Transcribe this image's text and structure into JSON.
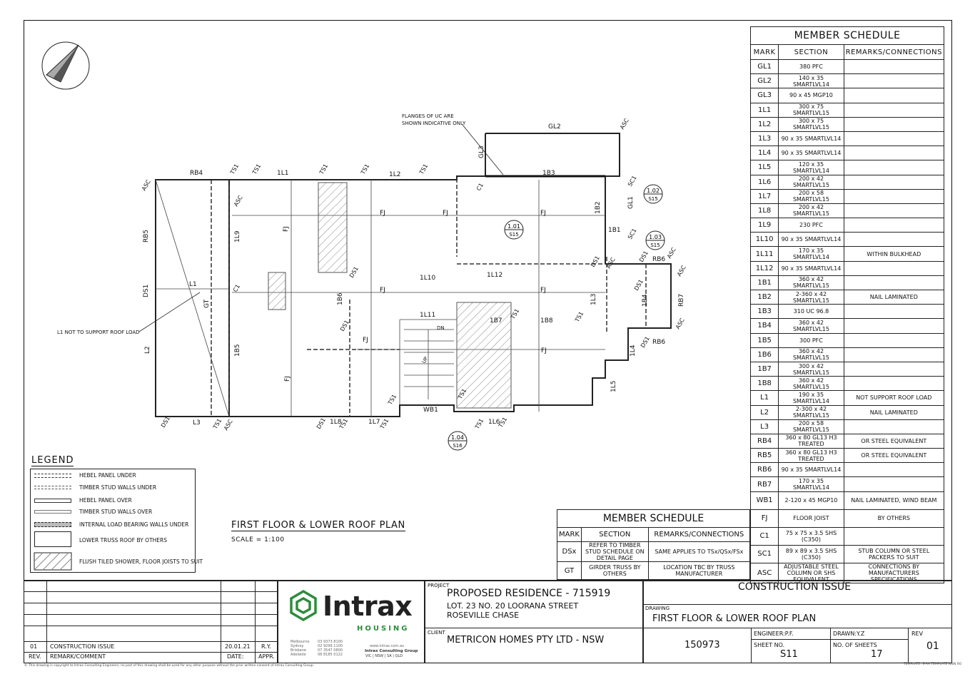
{
  "member_schedule": {
    "title": "MEMBER SCHEDULE",
    "headers": [
      "MARK",
      "SECTION",
      "REMARKS/CONNECTIONS"
    ],
    "rows": [
      {
        "mark": "GL1",
        "section": "380 PFC",
        "remarks": ""
      },
      {
        "mark": "GL2",
        "section": "140 x 35 SMARTLVL14",
        "remarks": ""
      },
      {
        "mark": "GL3",
        "section": "90 x 45 MGP10",
        "remarks": ""
      },
      {
        "mark": "1L1",
        "section": "300 x 75 SMARTLVL15",
        "remarks": ""
      },
      {
        "mark": "1L2",
        "section": "300 x 75 SMARTLVL15",
        "remarks": ""
      },
      {
        "mark": "1L3",
        "section": "90 x 35 SMARTLVL14",
        "remarks": ""
      },
      {
        "mark": "1L4",
        "section": "90 x 35 SMARTLVL14",
        "remarks": ""
      },
      {
        "mark": "1L5",
        "section": "120 x 35 SMARTLVL14",
        "remarks": ""
      },
      {
        "mark": "1L6",
        "section": "200 x 42 SMARTLVL15",
        "remarks": ""
      },
      {
        "mark": "1L7",
        "section": "200 x 58 SMARTLVL15",
        "remarks": ""
      },
      {
        "mark": "1L8",
        "section": "200 x 42 SMARTLVL15",
        "remarks": ""
      },
      {
        "mark": "1L9",
        "section": "230 PFC",
        "remarks": ""
      },
      {
        "mark": "1L10",
        "section": "90 x 35 SMARTLVL14",
        "remarks": ""
      },
      {
        "mark": "1L11",
        "section": "170 x 35 SMARTLVL14",
        "remarks": "WITHIN BULKHEAD"
      },
      {
        "mark": "1L12",
        "section": "90 x 35 SMARTLVL14",
        "remarks": ""
      },
      {
        "mark": "1B1",
        "section": "360 x 42 SMARTLVL15",
        "remarks": ""
      },
      {
        "mark": "1B2",
        "section": "2-360 x 42 SMARTLVL15",
        "remarks": "NAIL LAMINATED"
      },
      {
        "mark": "1B3",
        "section": "310 UC 96.8",
        "remarks": ""
      },
      {
        "mark": "1B4",
        "section": "360 x 42 SMARTLVL15",
        "remarks": ""
      },
      {
        "mark": "1B5",
        "section": "300 PFC",
        "remarks": ""
      },
      {
        "mark": "1B6",
        "section": "360 x 42 SMARTLVL15",
        "remarks": ""
      },
      {
        "mark": "1B7",
        "section": "300 x 42 SMARTLVL15",
        "remarks": ""
      },
      {
        "mark": "1B8",
        "section": "360 x 42 SMARTLVL15",
        "remarks": ""
      },
      {
        "mark": "L1",
        "section": "190 x 35 SMARTLVL14",
        "remarks": "NOT SUPPORT ROOF LOAD"
      },
      {
        "mark": "L2",
        "section": "2-300 x 42 SMARTLVL15",
        "remarks": "NAIL LAMINATED"
      },
      {
        "mark": "L3",
        "section": "200 x 58 SMARTLVL15",
        "remarks": ""
      },
      {
        "mark": "RB4",
        "section": "360 x 80 GL13 H3 TREATED",
        "remarks": "OR STEEL EQUIVALENT"
      },
      {
        "mark": "RB5",
        "section": "360 x 80 GL13 H3 TREATED",
        "remarks": "OR STEEL EQUIVALENT"
      },
      {
        "mark": "RB6",
        "section": "90 x 35 SMARTLVL14",
        "remarks": ""
      },
      {
        "mark": "RB7",
        "section": "170 x 35 SMARTLVL14",
        "remarks": ""
      },
      {
        "mark": "WB1",
        "section": "2-120 x 45 MGP10",
        "remarks": "NAIL LAMINATED, WIND BEAM"
      },
      {
        "mark": "FJ",
        "section": "FLOOR JOIST",
        "remarks": "BY OTHERS"
      },
      {
        "mark": "C1",
        "section": "75 x 75 x 3.5 SHS (C350)",
        "remarks": ""
      },
      {
        "mark": "SC1",
        "section": "89 x 89 x 3.5 SHS (C350)",
        "remarks": "STUB COLUMN OR STEEL PACKERS TO SUIT"
      },
      {
        "mark": "ASC",
        "section": "ADJUSTABLE STEEL COLUMN OR SHS EQUIVALENT",
        "remarks": "CONNECTIONS BY MANUFACTURERS SPECIFICATIONS"
      }
    ]
  },
  "member_schedule_2": {
    "title": "MEMBER SCHEDULE",
    "headers": [
      "MARK",
      "SECTION",
      "REMARKS/CONNECTIONS"
    ],
    "rows": [
      {
        "mark": "DSx",
        "section": "REFER TO TIMBER STUD SCHEDULE ON DETAIL PAGE",
        "remarks": "SAME APPLIES TO TSx/QSx/FSx"
      },
      {
        "mark": "GT",
        "section": "GIRDER TRUSS BY OTHERS",
        "remarks": "LOCATION TBC BY TRUSS MANUFACTURER"
      }
    ]
  },
  "legend": {
    "title": "LEGEND",
    "items": [
      "HEBEL PANEL UNDER",
      "TIMBER STUD WALLS UNDER",
      "HEBEL PANEL OVER",
      "TIMBER STUD WALLS OVER",
      "INTERNAL LOAD BEARING WALLS UNDER",
      "LOWER TRUSS ROOF BY OTHERS",
      "FLUSH TILED SHOWER, FLOOR JOISTS TO SUIT"
    ]
  },
  "plan": {
    "title": "FIRST FLOOR & LOWER ROOF PLAN",
    "scale": "SCALE = 1:100",
    "note_flanges": "FLANGES OF UC ARE SHOWN INDICATIVE ONLY",
    "note_l1": "L1 NOT TO SUPPORT ROOF LOAD",
    "stair_dn": "DN",
    "stair_up": "UP",
    "sections": [
      {
        "num": "1.01",
        "sheet": "S15"
      },
      {
        "num": "1.02",
        "sheet": "S15"
      },
      {
        "num": "1.03",
        "sheet": "S15"
      },
      {
        "num": "1.04",
        "sheet": "S16"
      }
    ],
    "labels": {
      "RB4": "RB4",
      "RB5": "RB5",
      "L1": "L1",
      "L2": "L2",
      "L3": "L3",
      "GT": "GT",
      "1L1": "1L1",
      "1L2": "1L2",
      "1L3": "1L3",
      "1L4": "1L4",
      "1L5": "1L5",
      "1L6": "1L6",
      "1L7": "1L7",
      "1L8": "1L8",
      "1L9": "1L9",
      "1L10": "1L10",
      "1L11": "1L11",
      "1L12": "1L12",
      "1B1": "1B1",
      "1B2": "1B2",
      "1B3": "1B3",
      "1B4": "1B4",
      "1B5": "1B5",
      "1B6": "1B6",
      "1B7": "1B7",
      "1B8": "1B8",
      "GL1": "GL1",
      "GL2": "GL2",
      "GL3": "GL3",
      "RB6": "RB6",
      "RB7": "RB7",
      "WB1": "WB1",
      "FJ": "FJ",
      "TS1": "TS1",
      "DS1": "DS1",
      "ASC": "ASC",
      "C1": "C1",
      "SC1": "SC1"
    }
  },
  "title_block": {
    "revisions": [
      {
        "rev": "01",
        "remark": "CONSTRUCTION ISSUE",
        "date": "20.01.21",
        "appr": "R.Y."
      }
    ],
    "rev_headers": {
      "rev": "REV.",
      "remark": "REMARK/COMMENT",
      "date": "DATE:",
      "appr": "APPR."
    },
    "company": {
      "name": "Intrax",
      "sub": "HOUSING",
      "offices": [
        "Melbourne",
        "Sydney",
        "Brisbane",
        "Adelaide"
      ],
      "phones": [
        "03 9373 8100",
        "02 9299 1100",
        "07 3547 0800",
        "08 8185 0122"
      ],
      "web": "www.intrax.com.au",
      "group": "Intrax Consulting Group",
      "states": "VIC | NSW | SA | QLD"
    },
    "project_label": "PROJECT",
    "project_name": "PROPOSED RESIDENCE - 715919",
    "project_addr1": "LOT. 23 NO. 20 LOORANA STREET",
    "project_addr2": "ROSEVILLE CHASE",
    "client_label": "CLIENT",
    "client": "METRICON HOMES PTY LTD - NSW",
    "status": "CONSTRUCTION ISSUE",
    "drawing_label": "DRAWING",
    "drawing": "FIRST FLOOR & LOWER ROOF PLAN",
    "job_no": "150973",
    "engineer_label": "ENGINEER:",
    "engineer": "P.F.",
    "drawn_label": "DRAWN:",
    "drawn": "Y.Z",
    "rev_label": "REV",
    "rev": "01",
    "sheet_label": "SHEET NO.",
    "sheet": "S11",
    "sheets_label": "NO. OF SHEETS",
    "sheets": "17",
    "copyright": "This drawing is copyright to Intrax Consulting Engineers, no part of this drawing shall be used for any other purpose without the prior written consent of Intrax Consulting Group.",
    "template": "TEMPLATE: S-AH TEMPLATE NSW R0"
  },
  "colors": {
    "line": "#111111",
    "accent": "#2e8b3e",
    "hatch": "#777777"
  }
}
